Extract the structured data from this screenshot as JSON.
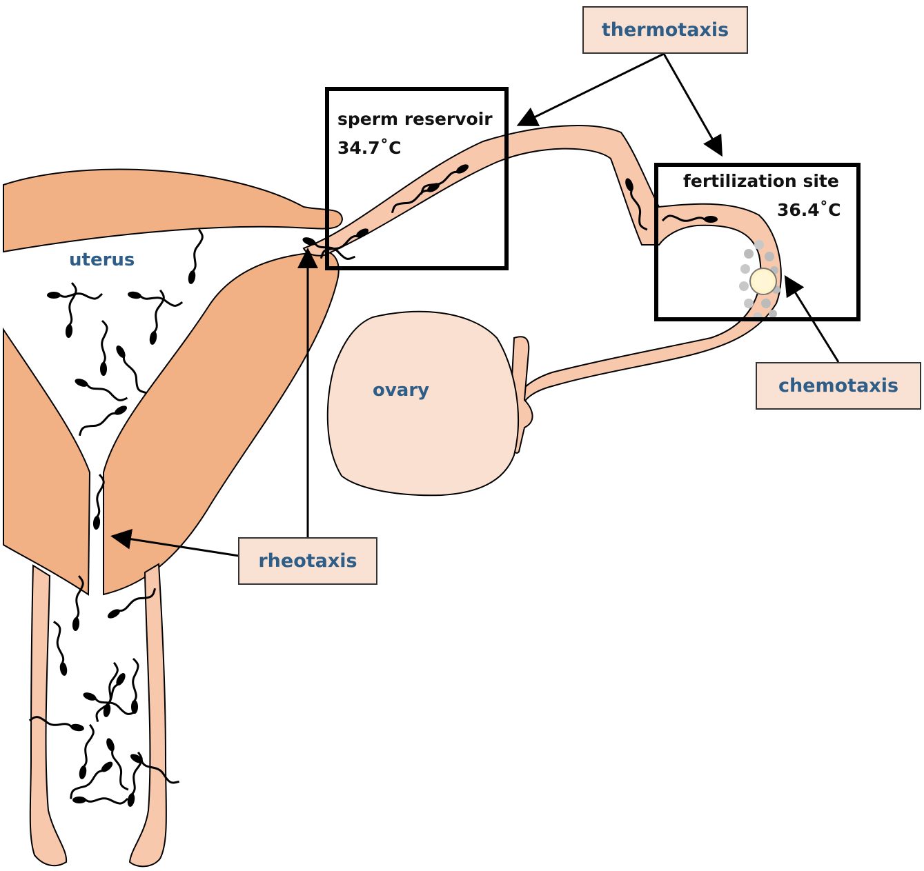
{
  "labels": {
    "thermotaxis": "thermotaxis",
    "rheotaxis": "rheotaxis",
    "chemotaxis": "chemotaxis",
    "uterus": "uterus",
    "ovary": "ovary"
  },
  "regions": {
    "reservoir": {
      "title": "sperm reservoir",
      "temp": "34.7˚C"
    },
    "fertilization": {
      "title": "fertilization site",
      "temp": "36.4˚C"
    }
  },
  "colors": {
    "tissue_dark": "#f2b184",
    "tissue_light": "#f7c8ab",
    "ovary_fill": "#f9e0d0",
    "label_bg": "#f9e2d4",
    "label_text": "#2e5d87",
    "outline": "#000000"
  }
}
